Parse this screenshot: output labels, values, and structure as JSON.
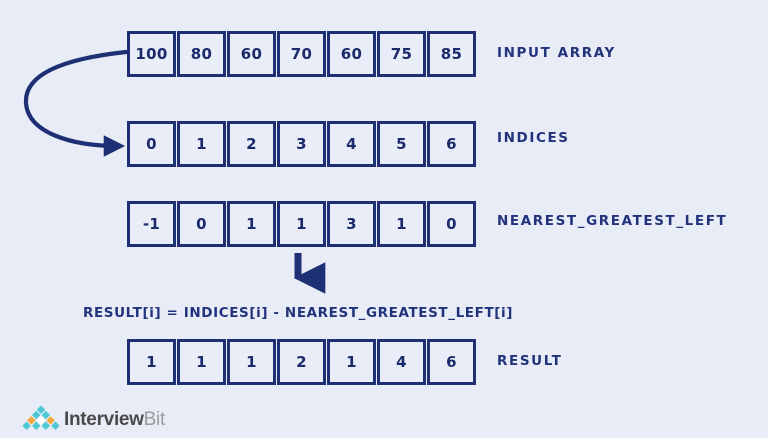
{
  "diagram": {
    "title_context": "Nearest greatest left index difference diagram",
    "background_color": "#e8ecf7",
    "accent_color": "#1e2f74",
    "formula": "RESULT[i] = INDICES[i] - NEAREST_GREATEST_LEFT[i]",
    "rows": [
      {
        "key": "input",
        "label": "INPUT ARRAY",
        "values": [
          "100",
          "80",
          "60",
          "70",
          "60",
          "75",
          "85"
        ]
      },
      {
        "key": "indices",
        "label": "INDICES",
        "values": [
          "0",
          "1",
          "2",
          "3",
          "4",
          "5",
          "6"
        ]
      },
      {
        "key": "nearest_greatest_left",
        "label": "NEAREST_GREATEST_LEFT",
        "values": [
          "-1",
          "0",
          "1",
          "1",
          "3",
          "1",
          "0"
        ]
      },
      {
        "key": "result",
        "label": "RESULT",
        "values": [
          "1",
          "1",
          "1",
          "2",
          "1",
          "4",
          "6"
        ]
      }
    ],
    "arrows": [
      {
        "name": "input-to-indices-curved-arrow",
        "from": "input array",
        "to": "indices array"
      },
      {
        "name": "ngl-to-formula-down-arrow",
        "from": "nearest_greatest_left array",
        "to": "formula"
      }
    ]
  },
  "footer": {
    "brand_primary": "Interview",
    "brand_secondary": "Bit",
    "logo_colors": {
      "teal": "#4ec9d4",
      "orange": "#f5a93c",
      "text_dark": "#4a4a4a",
      "text_light": "#9b9b9b"
    }
  }
}
